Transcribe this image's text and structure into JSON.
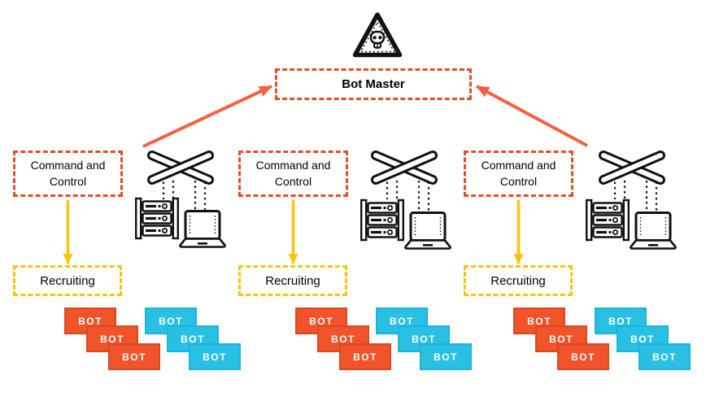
{
  "bot_master": {
    "label": "Bot Master"
  },
  "hazard": {
    "icon": "skull-warning-triangle-icon"
  },
  "columns": [
    {
      "command_control": {
        "line1": "Command and",
        "line2": "Control"
      },
      "recruiting": {
        "label": "Recruiting"
      },
      "bots_orange": [
        "BOT",
        "BOT",
        "BOT"
      ],
      "bots_cyan": [
        "BOT",
        "BOT",
        "BOT"
      ]
    },
    {
      "command_control": {
        "line1": "Command and",
        "line2": "Control"
      },
      "recruiting": {
        "label": "Recruiting"
      },
      "bots_orange": [
        "BOT",
        "BOT",
        "BOT"
      ],
      "bots_cyan": [
        "BOT",
        "BOT",
        "BOT"
      ]
    },
    {
      "command_control": {
        "line1": "Command and",
        "line2": "Control"
      },
      "recruiting": {
        "label": "Recruiting"
      },
      "bots_orange": [
        "BOT",
        "BOT",
        "BOT"
      ],
      "bots_cyan": [
        "BOT",
        "BOT",
        "BOT"
      ]
    }
  ],
  "icons": {
    "switch": "network-switch-icon",
    "server": "server-rack-icon",
    "laptop": "laptop-icon",
    "hazard": "skull-warning-triangle-icon"
  },
  "colors": {
    "red_orange_border": "#e04e2a",
    "arrow_orange": "#f3613e",
    "yellow": "#fdc309",
    "bot_orange": "#f1532b",
    "bot_orange_border": "#da4a22",
    "bot_cyan": "#2ac0e4",
    "bot_cyan_border": "#1ab4dc",
    "outline_black": "#111111"
  }
}
